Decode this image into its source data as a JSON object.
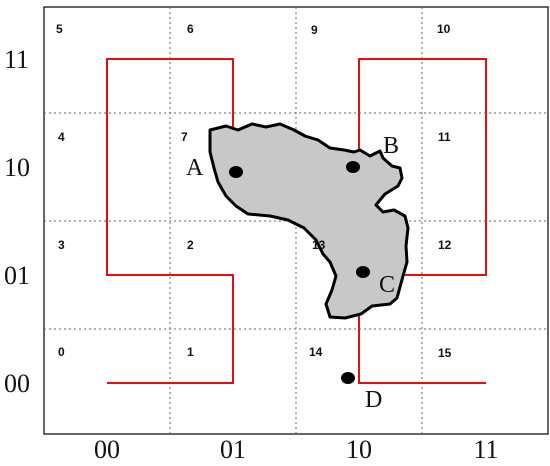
{
  "diagram": {
    "cell_numbers": [
      "0",
      "1",
      "14",
      "15",
      "3",
      "2",
      "13",
      "12",
      "4",
      "7",
      "11",
      "5",
      "6",
      "9",
      "10"
    ],
    "x_ticks": [
      "00",
      "01",
      "10",
      "11"
    ],
    "y_ticks": [
      "11",
      "10",
      "01",
      "00"
    ],
    "points": [
      {
        "label": "A"
      },
      {
        "label": "B"
      },
      {
        "label": "C"
      },
      {
        "label": "D"
      }
    ],
    "colors": {
      "curve": "#e10f0f",
      "region_fill": "#c8c8c8",
      "region_outline": "#000000",
      "grid": "#666666"
    }
  }
}
